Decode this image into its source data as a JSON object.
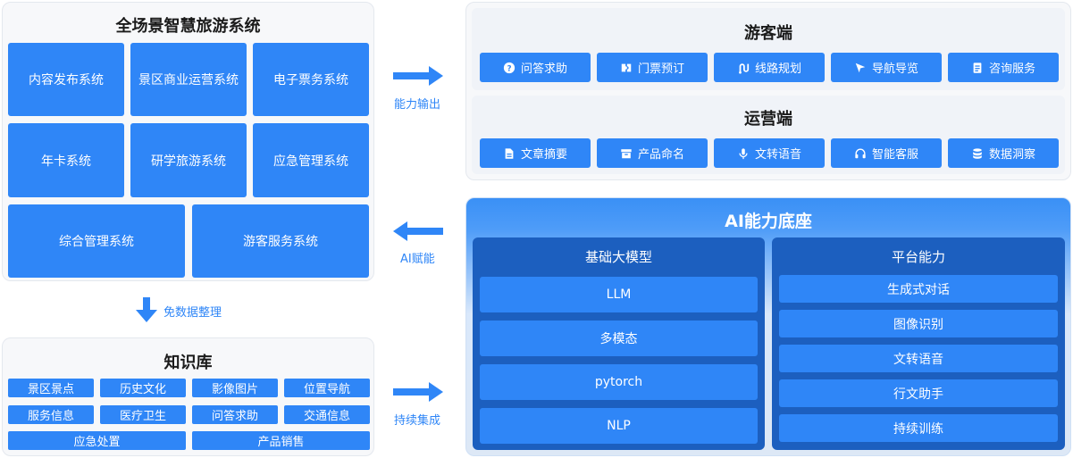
{
  "left_panel": {
    "title": "全场景智慧旅游系统",
    "systems": [
      "内容发布系统",
      "景区商业运营系统",
      "电子票务系统",
      "年卡系统",
      "研学旅游系统",
      "应急管理系统",
      "综合管理系统",
      "游客服务系统"
    ]
  },
  "transfer": {
    "label": "免数据整理"
  },
  "knowledge": {
    "title": "知识库",
    "items": [
      "景区景点",
      "历史文化",
      "影像图片",
      "位置导航",
      "服务信息",
      "医疗卫生",
      "问答求助",
      "交通信息",
      "应急处置",
      "产品销售"
    ]
  },
  "arrows": {
    "output": "能力输出",
    "empower": "AI赋能",
    "integrate": "持续集成"
  },
  "visitor": {
    "title": "游客端",
    "items": [
      {
        "label": "问答求助",
        "icon": "question-icon"
      },
      {
        "label": "门票预订",
        "icon": "ticket-icon"
      },
      {
        "label": "线路规划",
        "icon": "route-icon"
      },
      {
        "label": "导航导览",
        "icon": "navigation-icon"
      },
      {
        "label": "咨询服务",
        "icon": "document-icon"
      }
    ]
  },
  "operation": {
    "title": "运营端",
    "items": [
      {
        "label": "文章摘要",
        "icon": "file-icon"
      },
      {
        "label": "产品命名",
        "icon": "box-icon"
      },
      {
        "label": "文转语音",
        "icon": "microphone-icon"
      },
      {
        "label": "智能客服",
        "icon": "headset-icon"
      },
      {
        "label": "数据洞察",
        "icon": "database-icon"
      }
    ]
  },
  "ai_base": {
    "title": "AI能力底座",
    "models": {
      "title": "基础大模型",
      "items": [
        "LLM",
        "多模态",
        "pytorch",
        "NLP"
      ]
    },
    "platform": {
      "title": "平台能力",
      "items": [
        "生成式对话",
        "图像识别",
        "文转语音",
        "行文助手",
        "持续训练"
      ]
    }
  },
  "colors": {
    "tile": "#2f86f7",
    "dark_column": "#1c5fbf",
    "panel_bg": "#f7f8fa"
  }
}
